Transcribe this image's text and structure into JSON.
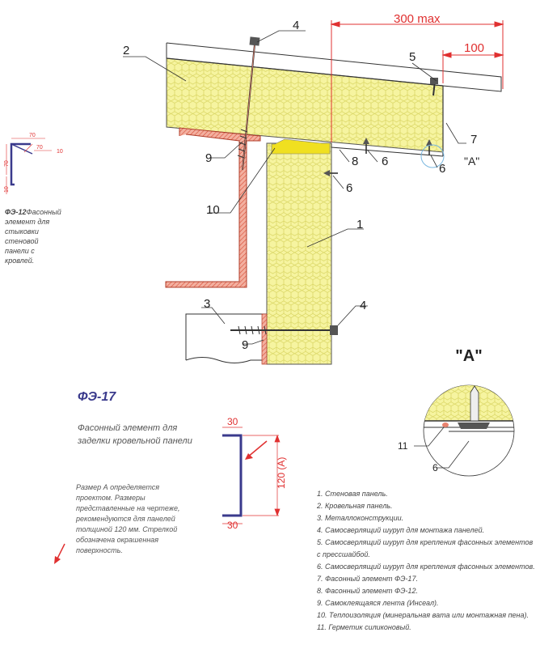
{
  "labels": {
    "n1": "1",
    "n2": "2",
    "n3": "3",
    "n4a": "4",
    "n4b": "4",
    "n5": "5",
    "n6a": "6",
    "n6b": "6",
    "n6c": "6",
    "n6d": "6",
    "n7": "7",
    "n8": "8",
    "n9a": "9",
    "n9b": "9",
    "n10": "10",
    "n11": "11",
    "dim300": "300 max",
    "dim100": "100",
    "detailA": "\"A\"",
    "detailA_title": "\"A\""
  },
  "fe12": {
    "dim70a": "70",
    "dim70b": "70",
    "dim10a": "10",
    "dim10b": "10",
    "title": "ФЭ-12",
    "desc": "Фасонный элемент для стыковки стеновой панели с кровлей."
  },
  "fe17": {
    "title": "ФЭ-17",
    "subtitle": "Фасонный элемент для заделки кровельной панели",
    "dim30a": "30",
    "dim30b": "30",
    "dim120": "120 (A)",
    "note": "Размер А определяется проектом. Размеры представленные на чертеже, рекомендуются для панелей толщиной 120 мм. Стрелкой обозначена окрашенная поверхность."
  },
  "legend": [
    "1. Стеновая панель.",
    "2. Кровельная панель.",
    "3. Металлоконструкции.",
    "4. Самосверлящий шуруп для монтажа панелей.",
    "5. Самосверлящий шуруп для крепления фасонных элементов с прессшайбой.",
    "6. Самосверлящий шуруп для крепления фасонных элементов.",
    "7. Фасонный элемент ФЭ-17.",
    "8. Фасонный элемент ФЭ-12.",
    "9. Самоклеящаяся лента (Инсеал).",
    "10. Теплоизоляция (минеральная вата или монтажная пена).",
    "11. Герметик силиконовый."
  ],
  "colors": {
    "foam": "#f6f4a0",
    "honeycomb": "#d8d460",
    "flashing": "#e8826e",
    "dim": "#e03030",
    "line": "#333333",
    "label": "#3a3a8c"
  }
}
